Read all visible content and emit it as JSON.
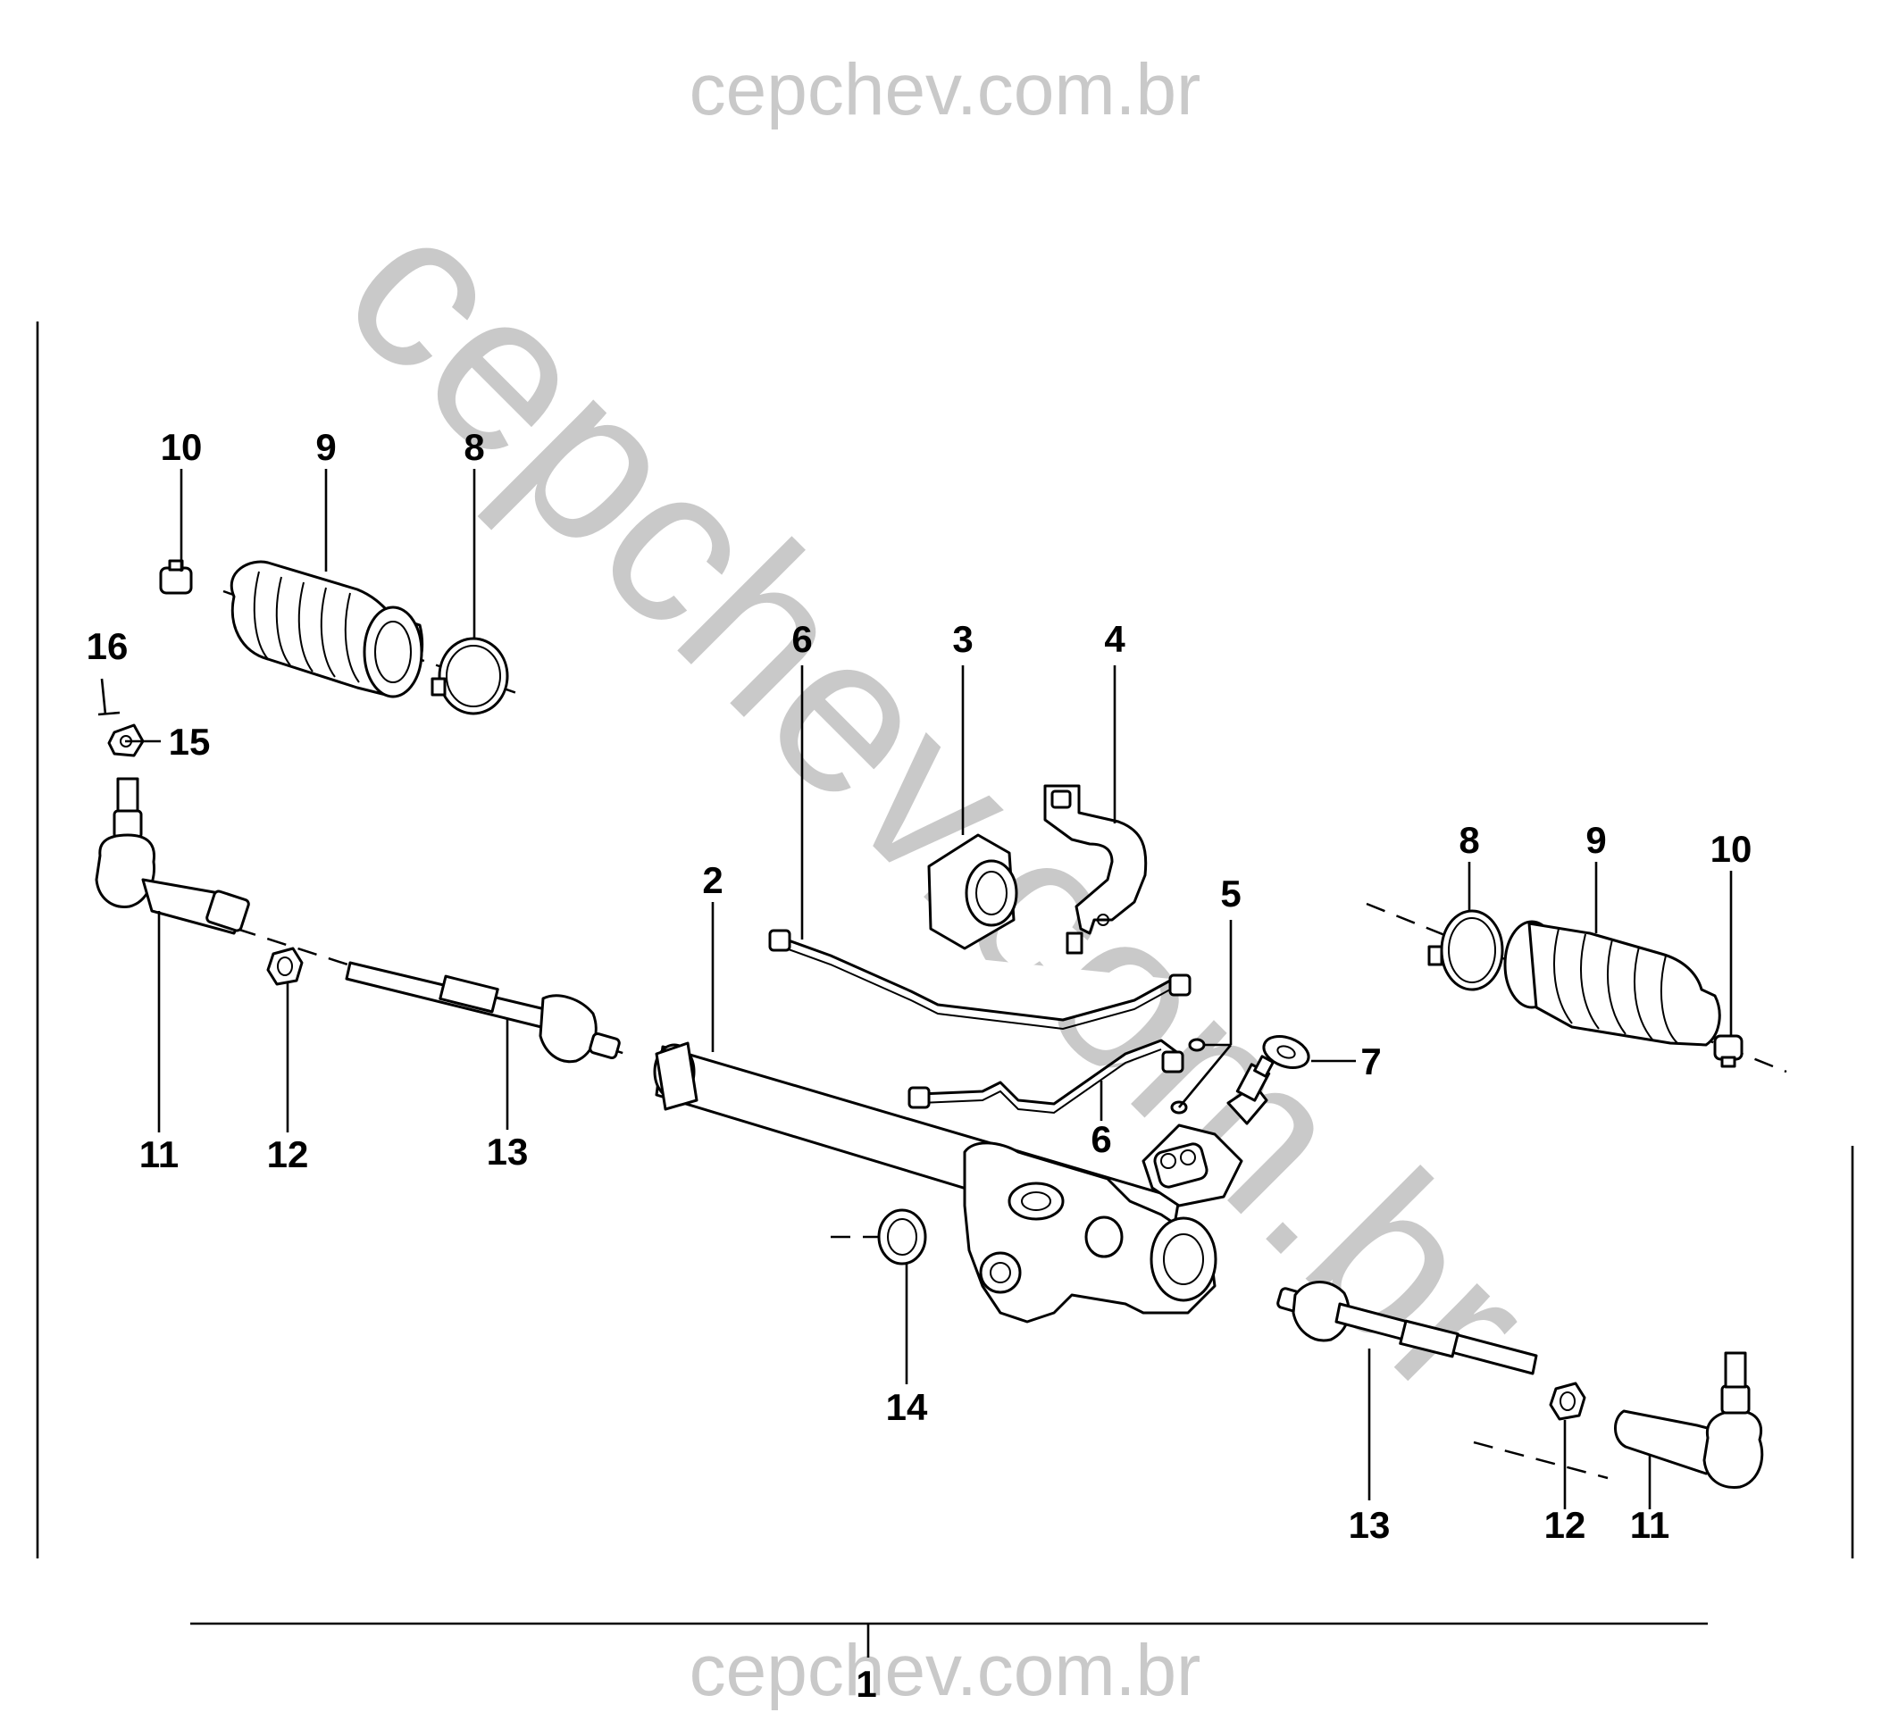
{
  "watermark": {
    "top": "cepchev.com.br",
    "diagonal": "cepchev.com.br",
    "bottom": "cepchev.com.br",
    "color": "#c9c9c9"
  },
  "assembly_number": "1",
  "callouts": {
    "c2": "2",
    "c3": "3",
    "c4": "4",
    "c5": "5",
    "c6a": "6",
    "c6b": "6",
    "c7": "7",
    "c8l": "8",
    "c8r": "8",
    "c9l": "9",
    "c9r": "9",
    "c10l": "10",
    "c10r": "10",
    "c11l": "11",
    "c11r": "11",
    "c12l": "12",
    "c12r": "12",
    "c13l": "13",
    "c13r": "13",
    "c14": "14",
    "c15": "15",
    "c16": "16"
  }
}
